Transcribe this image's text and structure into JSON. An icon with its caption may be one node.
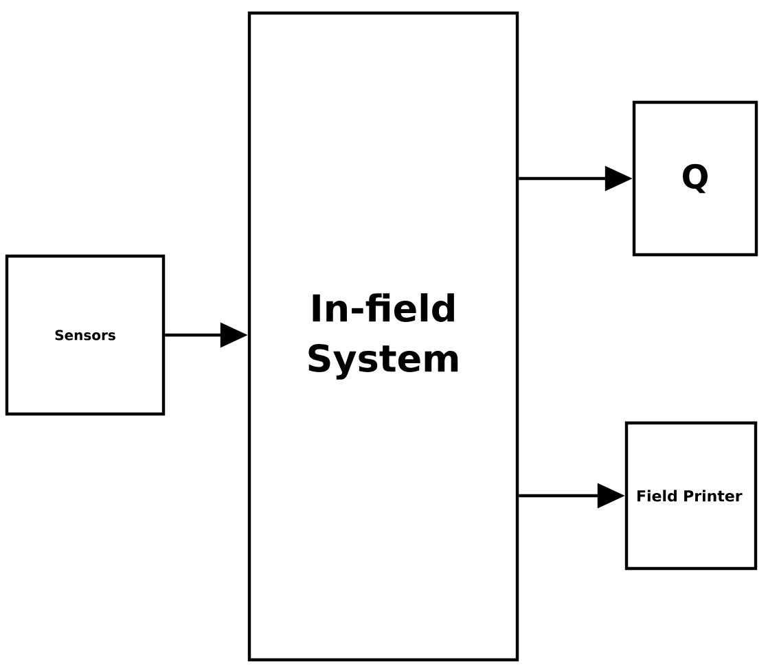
{
  "diagram": {
    "nodes": [
      {
        "text": [
          "Sensors"
        ]
      },
      {
        "text": [
          "In-field System"
        ]
      },
      {
        "text": [
          "Q"
        ]
      },
      {
        "text": [
          "Field Printer"
        ]
      }
    ],
    "edges": [
      {
        "from": 0,
        "to": 1,
        "arrow": "to"
      },
      {
        "from": 1,
        "to": 2,
        "arrow": "to"
      },
      {
        "from": 1,
        "to": 3,
        "arrow": "to"
      }
    ]
  }
}
